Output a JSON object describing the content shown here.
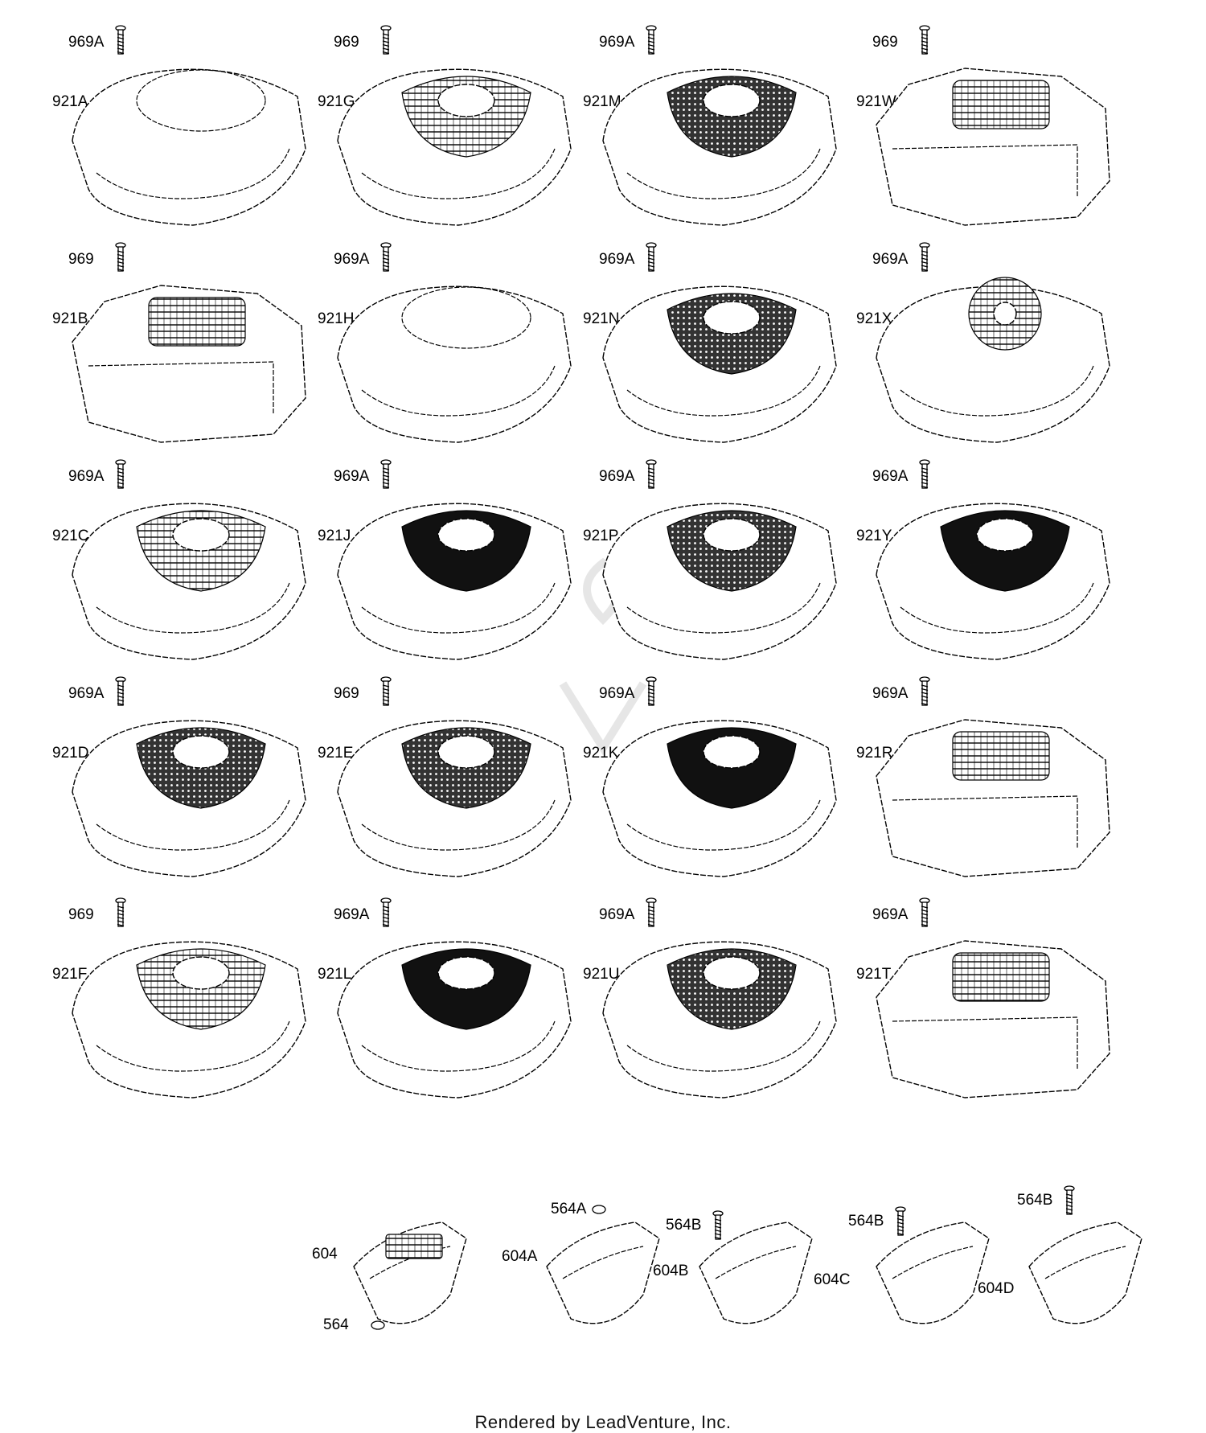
{
  "credit": "Rendered by LeadVenture, Inc.",
  "parts": [
    {
      "id": "921A",
      "screw": "969A",
      "style": "plain"
    },
    {
      "id": "921G",
      "screw": "969",
      "style": "hatch"
    },
    {
      "id": "921M",
      "screw": "969A",
      "style": "mesh"
    },
    {
      "id": "921W",
      "screw": "969",
      "style": "boxy"
    },
    {
      "id": "921B",
      "screw": "969",
      "style": "boxy"
    },
    {
      "id": "921H",
      "screw": "969A",
      "style": "plain"
    },
    {
      "id": "921N",
      "screw": "969A",
      "style": "mesh"
    },
    {
      "id": "921X",
      "screw": "969A",
      "style": "fan"
    },
    {
      "id": "921C",
      "screw": "969A",
      "style": "hatch"
    },
    {
      "id": "921J",
      "screw": "969A",
      "style": "solid"
    },
    {
      "id": "921P",
      "screw": "969A",
      "style": "mesh"
    },
    {
      "id": "921Y",
      "screw": "969A",
      "style": "solid"
    },
    {
      "id": "921D",
      "screw": "969A",
      "style": "mesh"
    },
    {
      "id": "921E",
      "screw": "969",
      "style": "mesh"
    },
    {
      "id": "921K",
      "screw": "969A",
      "style": "solid"
    },
    {
      "id": "921R",
      "screw": "969A",
      "style": "boxy"
    },
    {
      "id": "921F",
      "screw": "969",
      "style": "hatch"
    },
    {
      "id": "921L",
      "screw": "969A",
      "style": "solid"
    },
    {
      "id": "921U",
      "screw": "969A",
      "style": "mesh"
    },
    {
      "id": "921T",
      "screw": "969A",
      "style": "boxy"
    }
  ],
  "shields": [
    {
      "id": "604",
      "screw": "564"
    },
    {
      "id": "604A",
      "screw": "564A"
    },
    {
      "id": "604B",
      "screw": "564B"
    },
    {
      "id": "604C",
      "screw": "564B"
    },
    {
      "id": "604D",
      "screw": "564B"
    }
  ]
}
